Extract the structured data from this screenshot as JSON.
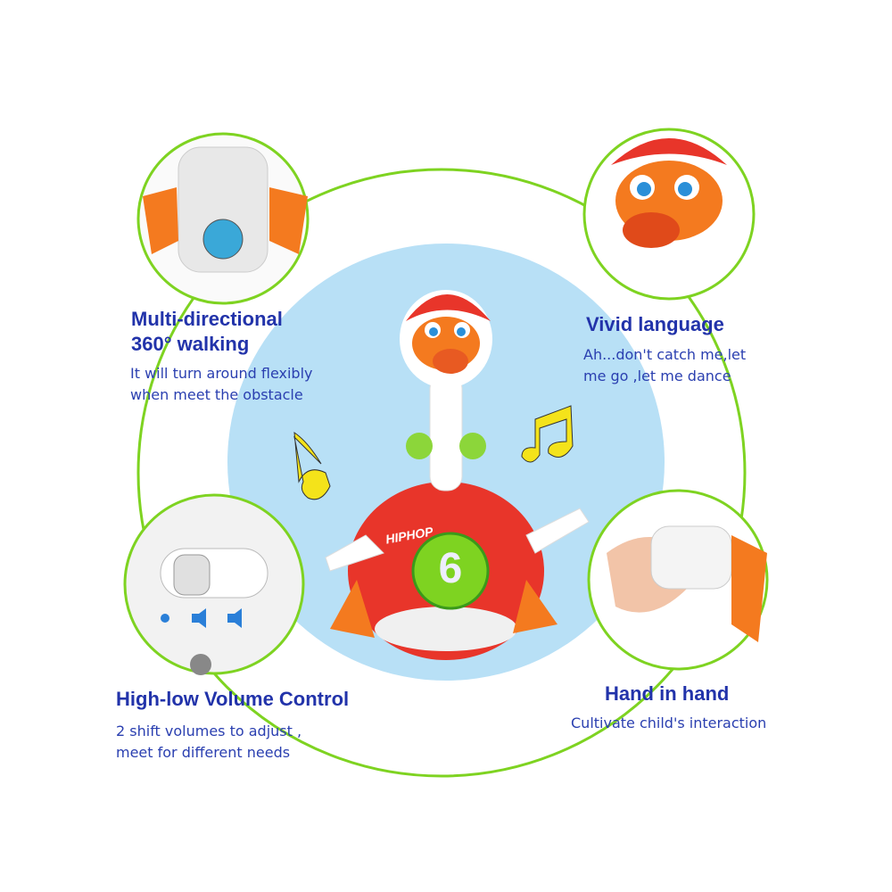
{
  "features": [
    {
      "title_line1": "Multi-directional",
      "title_line2": "360°  walking",
      "desc_line1": "It will turn around  flexibly",
      "desc_line2": "when meet  the obstacle"
    },
    {
      "title_line1": "Vivid  language",
      "desc_line1": "Ah...don't catch me,let",
      "desc_line2": "me go ,let me dance"
    },
    {
      "title_line1": "High-low Volume Control",
      "desc_line1": "2 shift volumes to adjust ,",
      "desc_line2": "meet for different needs"
    },
    {
      "title_line1": "Hand in hand",
      "desc_line1": "Cultivate child's interaction"
    }
  ],
  "toy": {
    "chest_text": "HIPHOP",
    "number": "6"
  },
  "colors": {
    "ring": "#7ed321",
    "center_bg": "#b8e0f6",
    "text": "#2233aa",
    "body": "#e8352a",
    "beak": "#f47a1f",
    "note": "#f4e31a"
  }
}
